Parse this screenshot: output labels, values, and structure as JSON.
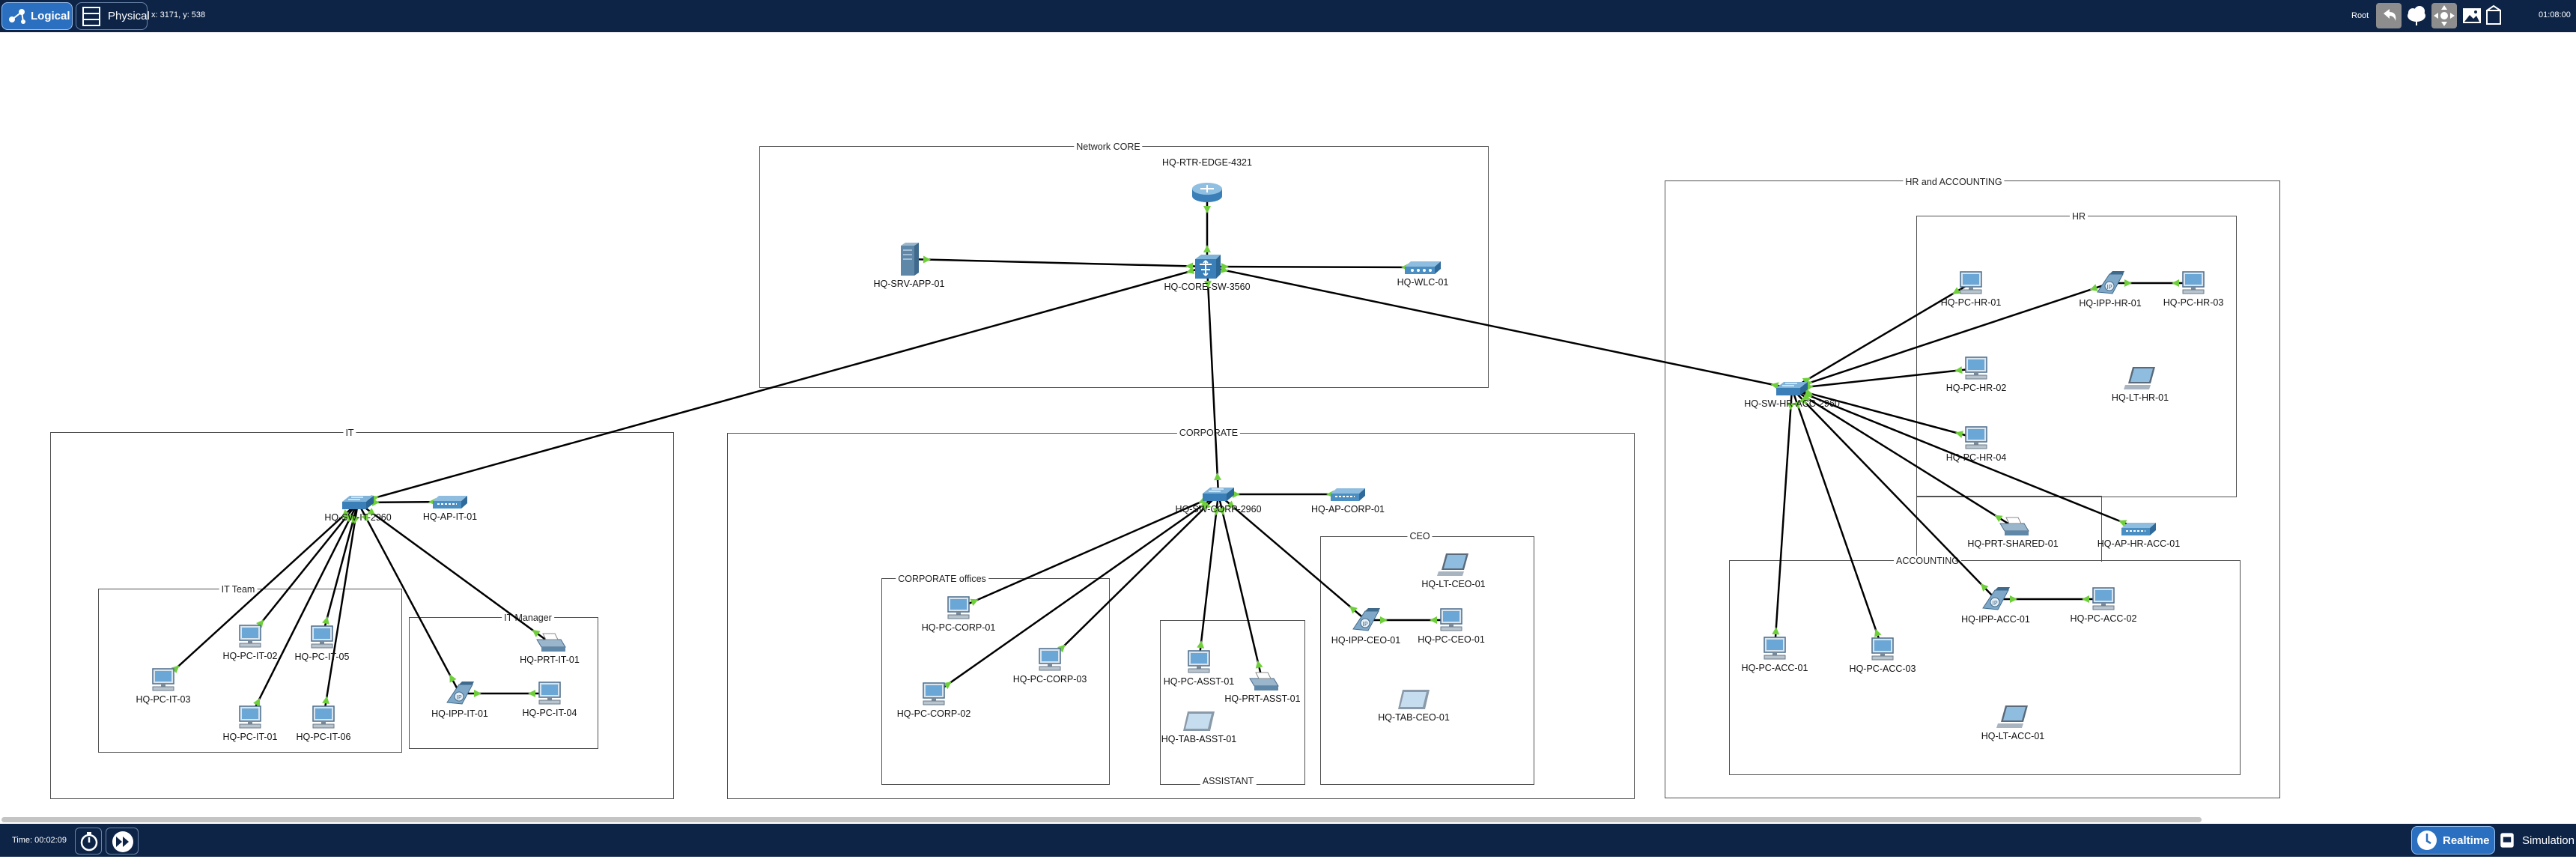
{
  "topbar": {
    "logical_label": "Logical",
    "physical_label": "Physical",
    "coords": "x: 3171, y: 538",
    "root_label": "Root",
    "clock": "01:08:00"
  },
  "bottombar": {
    "time_label": "Time: 00:02:09",
    "realtime_label": "Realtime",
    "simulation_label": "Simulation"
  },
  "areas": {
    "core": "Network CORE",
    "hr_acc": "HR and ACCOUNTING",
    "hr": "HR",
    "accounting": "ACCOUNTING",
    "it": "IT",
    "it_team": "IT Team",
    "it_manager": "IT Manager",
    "corporate": "CORPORATE",
    "corp_offices": "CORPORATE offices",
    "assistant": "ASSISTANT",
    "ceo": "CEO"
  },
  "devices": {
    "rtr_edge": "HQ-RTR-EDGE-4321",
    "core_sw": "HQ-CORE-SW-3560",
    "srv_app": "HQ-SRV-APP-01",
    "wlc": "HQ-WLC-01",
    "sw_it": "HQ-SW-IT-2960",
    "ap_it": "HQ-AP-IT-01",
    "pc_it_03": "HQ-PC-IT-03",
    "pc_it_02": "HQ-PC-IT-02",
    "pc_it_05": "HQ-PC-IT-05",
    "pc_it_01": "HQ-PC-IT-01",
    "pc_it_06": "HQ-PC-IT-06",
    "prt_it_01": "HQ-PRT-IT-01",
    "ipp_it_01": "HQ-IPP-IT-01",
    "pc_it_04": "HQ-PC-IT-04",
    "sw_corp": "HQ-SW-CORP-2960",
    "ap_corp": "HQ-AP-CORP-01",
    "pc_corp_01": "HQ-PC-CORP-01",
    "pc_corp_03": "HQ-PC-CORP-03",
    "pc_corp_02": "HQ-PC-CORP-02",
    "pc_asst": "HQ-PC-ASST-01",
    "prt_asst": "HQ-PRT-ASST-01",
    "tab_asst": "HQ-TAB-ASST-01",
    "lt_ceo": "HQ-LT-CEO-01",
    "ipp_ceo": "HQ-IPP-CEO-01",
    "pc_ceo": "HQ-PC-CEO-01",
    "tab_ceo": "HQ-TAB-CEO-01",
    "sw_hr": "HQ-SW-HR-ACC-2960",
    "pc_hr_01": "HQ-PC-HR-01",
    "ipp_hr": "HQ-IPP-HR-01",
    "pc_hr_03": "HQ-PC-HR-03",
    "pc_hr_02": "HQ-PC-HR-02",
    "lt_hr": "HQ-LT-HR-01",
    "pc_hr_04": "HQ-PC-HR-04",
    "prt_shared": "HQ-PRT-SHARED-01",
    "ap_hr_acc": "HQ-AP-HR-ACC-01",
    "pc_acc_01": "HQ-PC-ACC-01",
    "pc_acc_03": "HQ-PC-ACC-03",
    "ipp_acc": "HQ-IPP-ACC-01",
    "pc_acc_02": "HQ-PC-ACC-02",
    "lt_acc": "HQ-LT-ACC-01"
  },
  "colors": {
    "bar": "#0d2447",
    "link": "#000000",
    "link_up": "#6fcf3a",
    "device": "#4a8ec2"
  }
}
